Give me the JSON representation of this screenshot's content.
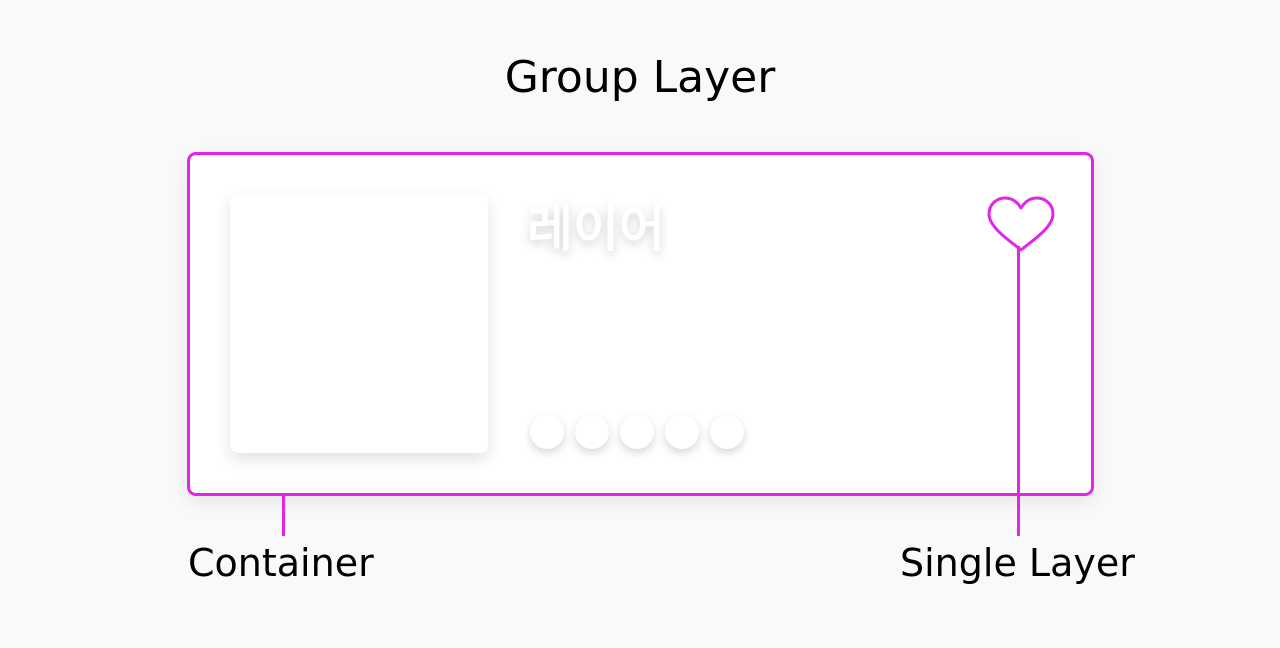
{
  "title": "Group Layer",
  "card": {
    "layer_text": "레이어",
    "dot_count": 5
  },
  "labels": {
    "container": "Container",
    "single_layer": "Single Layer"
  },
  "colors": {
    "accent": "#e326e6",
    "background": "#f9f9f9",
    "card": "#ffffff"
  },
  "icons": {
    "favorite": "heart-icon"
  }
}
